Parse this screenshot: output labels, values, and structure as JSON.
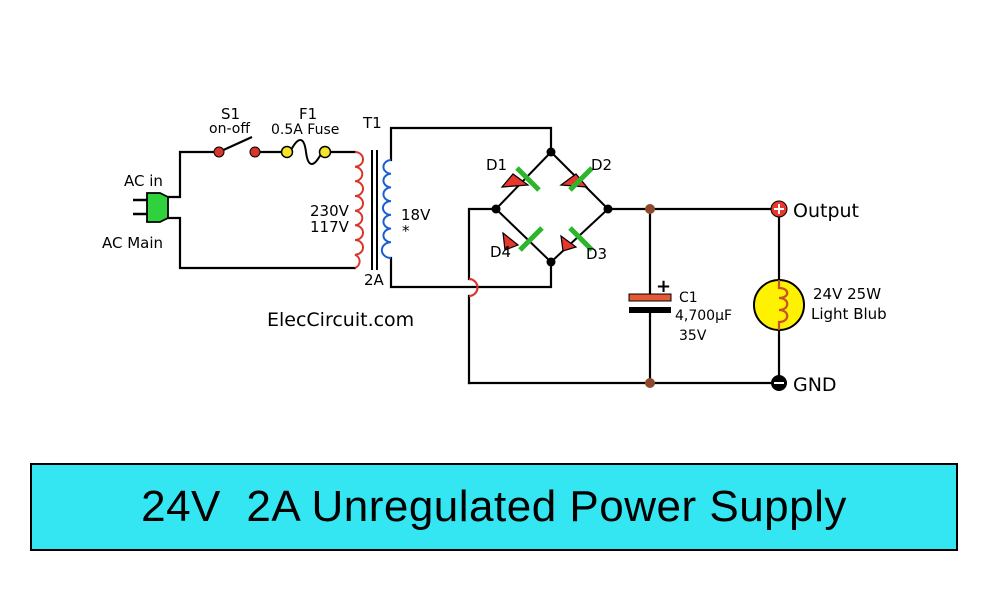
{
  "diagram": {
    "title": "24V  2A Unregulated Power Supply",
    "watermark": "ElecCircuit.com",
    "plug": {
      "label_top": "AC in",
      "label_bottom": "AC Main"
    },
    "switch": {
      "ref": "S1",
      "value": "on-off"
    },
    "fuse": {
      "ref": "F1",
      "value": "0.5A Fuse"
    },
    "transformer": {
      "ref": "T1",
      "primary_v1": "230V",
      "primary_v2": "117V",
      "secondary": "18V",
      "secondary_mark": "*",
      "current": "2A"
    },
    "diodes": [
      {
        "ref": "D1"
      },
      {
        "ref": "D2"
      },
      {
        "ref": "D3"
      },
      {
        "ref": "D4"
      }
    ],
    "capacitor": {
      "ref": "C1",
      "value": "4,700µF",
      "voltage": "35V",
      "polarity": "+"
    },
    "lamp": {
      "line1": "24V 25W",
      "line2": "Light Blub"
    },
    "terminals": {
      "output": "Output",
      "ground": "GND"
    }
  },
  "colors": {
    "wire": "#000000",
    "coil": "#d9362b",
    "coil_secondary": "#1a5fd1",
    "diode": "#e8372c",
    "diode_bar": "#2db52d",
    "node_red": "#d9362b",
    "node_brown": "#8b4a2b",
    "fuse_end": "#f5e52a",
    "lamp_fill": "#fff200",
    "lamp_coil": "#c8502a",
    "plug": "#2fd23c",
    "capacitor_plate": "#e55a35",
    "title_bg": "#33e6f2"
  }
}
